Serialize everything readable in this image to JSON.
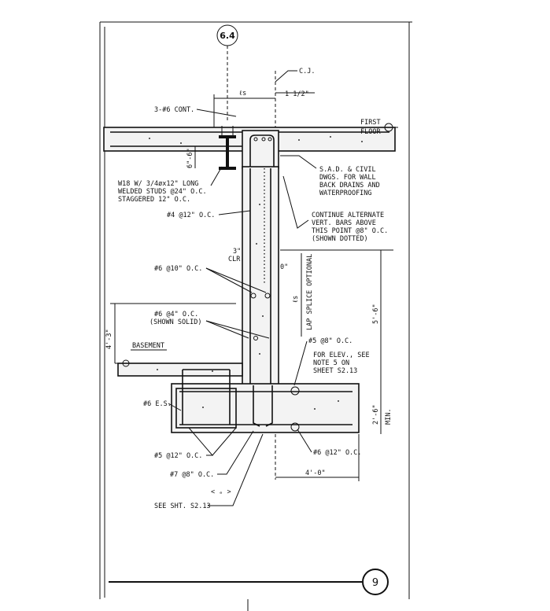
{
  "drawing": {
    "gridline_bubble": "6.4",
    "centerline_label": "C.J.",
    "detail_number": "9"
  },
  "dimensions": {
    "ls_top": "ℓs",
    "one_half": "1 1/2\"",
    "top_vert": "6\"-6\"",
    "clr_3": "3\"",
    "clr_label": "CLR.",
    "zero": "0\"",
    "ls_lap": "ℓs",
    "lap_splice": "LAP SPLICE OPTIONAL",
    "five_six": "5'-6\"",
    "four_three": "4'-3\"",
    "two_six": "2'-6\"",
    "min": "MIN.",
    "four_zero": "4'-0\""
  },
  "levels": {
    "first_floor_1": "FIRST",
    "first_floor_2": "FLOOR",
    "basement": "BASEMENT"
  },
  "notes": {
    "cont": "3-#6 CONT.",
    "w18_1": "W18 W/ 3/4øx12\" LONG",
    "w18_2": "WELDED STUDS @24\" O.C.",
    "w18_3": "STAGGERED 12\" O.C.",
    "sad_1": "S.A.D. & CIVIL",
    "sad_2": "DWGS. FOR WALL",
    "sad_3": "BACK DRAINS AND",
    "sad_4": "WATERPROOFING",
    "n4_12": "#4 @12\" O.C.",
    "cont_alt_1": "CONTINUE ALTERNATE",
    "cont_alt_2": "VERT. BARS ABOVE",
    "cont_alt_3": "THIS POINT @8\" O.C.",
    "cont_alt_4": "(SHOWN DOTTED)",
    "n6_10": "#6 @10\" O.C.",
    "n6_4_1": "#6 @4\" O.C.",
    "n6_4_2": "(SHOWN SOLID)",
    "n5_8": "#5 @8\" O.C.",
    "elev_1": "FOR ELEV., SEE",
    "elev_2": "NOTE 5 ON",
    "elev_3": "SHEET S2.13",
    "n6_es": "#6 E.S.",
    "n5_12": "#5 @12\" O.C.",
    "n6_12": "#6 @12\" O.C.",
    "n7_8": "#7 @8\" O.C.",
    "sym": "< ₑ >",
    "see_sht": "SEE SHT. S2.13"
  }
}
